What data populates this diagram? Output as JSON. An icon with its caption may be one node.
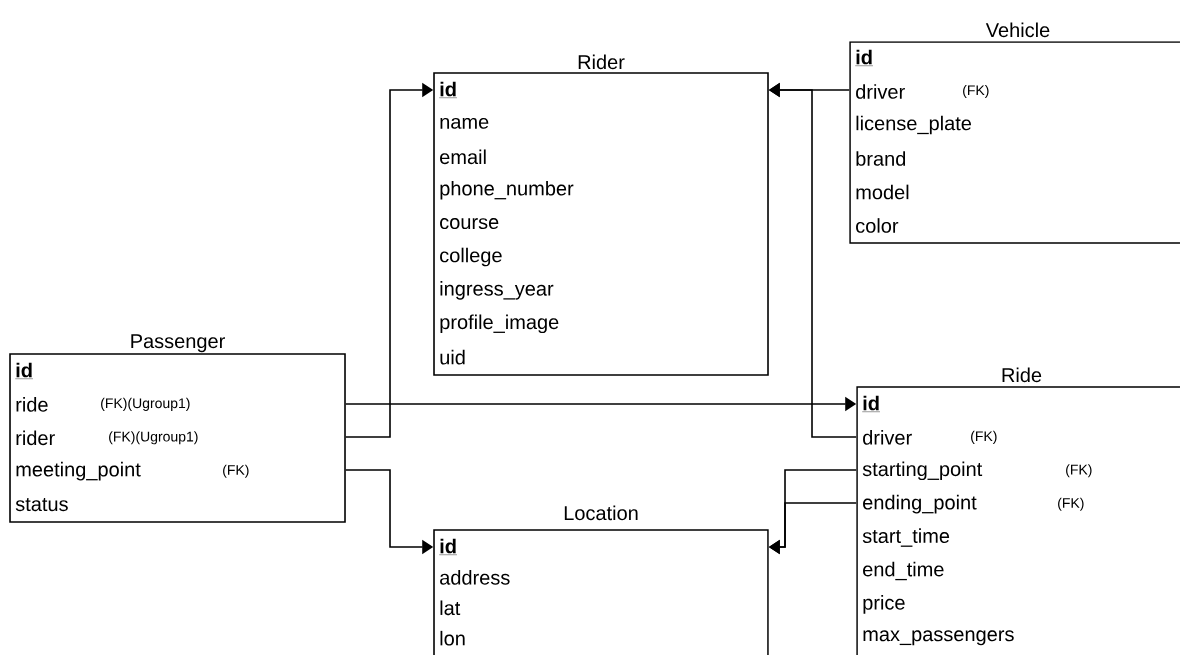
{
  "diagram": {
    "nodes": [
      {
        "text": [
          "Vehicle",
          "id",
          "driver",
          "(FK)",
          "license_plate",
          "brand",
          "model",
          "color"
        ]
      },
      {
        "text": [
          "Rider",
          "id",
          "name",
          "email",
          "phone_number",
          "course",
          "college",
          "ingress_year",
          "profile_image",
          "uid"
        ]
      },
      {
        "text": [
          "Passenger",
          "id",
          "ride",
          "(FK)(Ugroup1)",
          "rider",
          "(FK)(Ugroup1)",
          "meeting_point",
          "(FK)",
          "status"
        ]
      },
      {
        "text": [
          "Ride",
          "id",
          "driver",
          "(FK)",
          "starting_point",
          "(FK)",
          "ending_point",
          "(FK)",
          "start_time",
          "end_time",
          "price",
          "max_passengers"
        ]
      },
      {
        "text": [
          "Location",
          "id",
          "address",
          "lat",
          "lon"
        ]
      }
    ],
    "edges": [
      {
        "from": 2,
        "to": 1,
        "arrow": "to"
      },
      {
        "from": 2,
        "to": 3,
        "arrow": "to"
      },
      {
        "from": 2,
        "to": 4,
        "arrow": "to"
      },
      {
        "from": 0,
        "to": 1,
        "arrow": "to"
      },
      {
        "from": 3,
        "to": 1,
        "arrow": "to"
      },
      {
        "from": 3,
        "to": 4,
        "arrow": "to"
      },
      {
        "from": 3,
        "to": 4,
        "arrow": "to"
      }
    ]
  }
}
